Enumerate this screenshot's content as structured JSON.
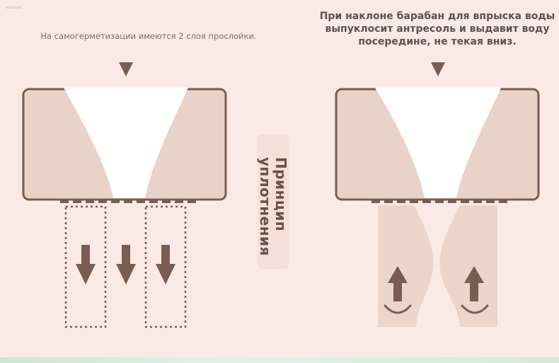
{
  "watermark": "surprise",
  "left_caption": "На самогерметизации имеются 2 слоя прослойки.",
  "right_caption": "При наклоне барабан для впрыска воды\nвыпуклосит антресоль и выдавит воду\nпосередине, не текая вниз.",
  "center_label": "Принцип\nуплотнения",
  "colors": {
    "background": "#fbe9e6",
    "panel_fill": "#e9d2c8",
    "panel_border": "#7a5d52",
    "arrow": "#7a5d52",
    "funnel": "#ffffff",
    "water_fill": "#ecd5ca"
  },
  "icons": [
    "down-triangle-icon",
    "down-arrow-icon",
    "up-arrow-icon",
    "smile-icon"
  ]
}
